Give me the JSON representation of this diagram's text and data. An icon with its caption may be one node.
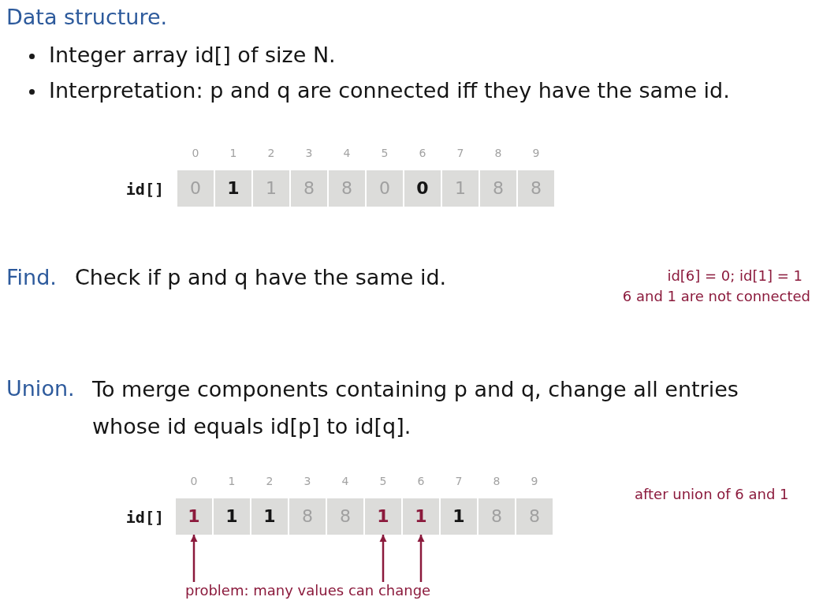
{
  "diagram": {
    "nodes": [
      {
        "text": [
          "0"
        ],
        "beside": [
          "0"
        ]
      },
      {
        "text": [
          "1"
        ],
        "beside": [
          "1"
        ]
      },
      {
        "text": [
          "1"
        ],
        "beside": [
          "2"
        ]
      },
      {
        "text": [
          "8"
        ],
        "beside": [
          "3"
        ]
      },
      {
        "text": [
          "8"
        ],
        "beside": [
          "4"
        ]
      },
      {
        "text": [
          "0"
        ],
        "beside": [
          "5"
        ]
      },
      {
        "text": [
          "0"
        ],
        "beside": [
          "6"
        ]
      },
      {
        "text": [
          "1"
        ],
        "beside": [
          "7"
        ]
      },
      {
        "text": [
          "8"
        ],
        "beside": [
          "8"
        ]
      },
      {
        "text": [
          "8"
        ],
        "beside": [
          "9"
        ]
      },
      {
        "text": [
          "1"
        ],
        "beside": [
          "0"
        ]
      },
      {
        "text": [
          "1"
        ],
        "beside": [
          "1"
        ]
      },
      {
        "text": [
          "1"
        ],
        "beside": [
          "2"
        ]
      },
      {
        "text": [
          "8"
        ],
        "beside": [
          "3"
        ]
      },
      {
        "text": [
          "8"
        ],
        "beside": [
          "4"
        ]
      },
      {
        "text": [
          "1"
        ],
        "beside": [
          "5"
        ]
      },
      {
        "text": [
          "1"
        ],
        "beside": [
          "6"
        ]
      },
      {
        "text": [
          "1"
        ],
        "beside": [
          "7"
        ]
      },
      {
        "text": [
          "8"
        ],
        "beside": [
          "8"
        ]
      },
      {
        "text": [
          "8"
        ],
        "beside": [
          "9"
        ]
      },
      {
        "text": [
          "problem: many values can change"
        ]
      }
    ],
    "edges": [
      {
        "from": 20,
        "to": 10,
        "arrow": "to"
      },
      {
        "from": 20,
        "to": 15,
        "arrow": "to"
      },
      {
        "from": 20,
        "to": 16,
        "arrow": "to"
      }
    ],
    "labels": [
      "Data structure.",
      "Integer array id[] of size N.",
      "Interpretation: p and q are connected iff they have the same id.",
      "id[]",
      "Find.",
      "Check if p and q have the same id.",
      "id[6] = 0; id[1] = 1",
      "6 and 1 are not connected",
      "Union.",
      "To merge components containing p and q, change all entries whose id equals id[p] to id[q].",
      "id[]",
      "after union of 6 and 1"
    ]
  }
}
